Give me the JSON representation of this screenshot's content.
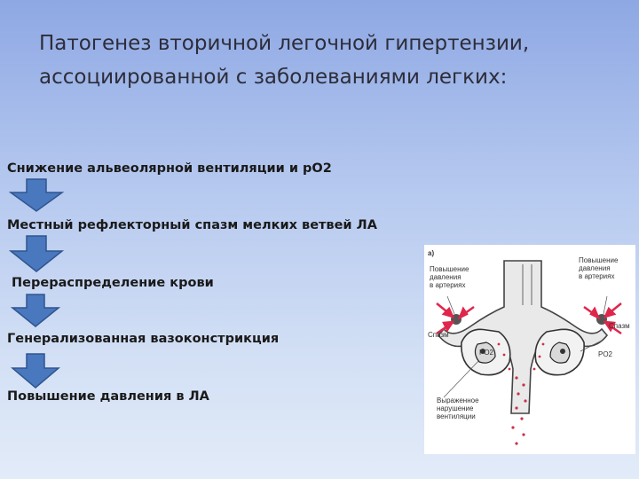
{
  "title": {
    "line1": "Патогенез вторичной  легочной гипертензии,",
    "line2": "ассоциированной с заболеваниями легких:"
  },
  "steps": [
    "Снижение альвеолярной вентиляции и  pO2",
    "Местный рефлекторный спазм мелких ветвей ЛА",
    " Перераспределение крови",
    "Генерализованная вазоконстрикция",
    "Повышение давления в ЛА"
  ],
  "colors": {
    "arrow_fill": "#4a78be",
    "arrow_stroke": "#2f558f",
    "spasm_arrow": "#e0264a"
  },
  "figure": {
    "panel_label": "а)",
    "label_pressure_left": "Повышение давления в артериях",
    "label_pressure_right": "Повышение давления в артериях",
    "label_spasm_left": "Спазм",
    "label_spasm_right": "Спазм",
    "label_po2_left": "PO2",
    "label_po2_right": "PO2",
    "label_ventilation": "Выраженное нарушение вентиляции"
  }
}
